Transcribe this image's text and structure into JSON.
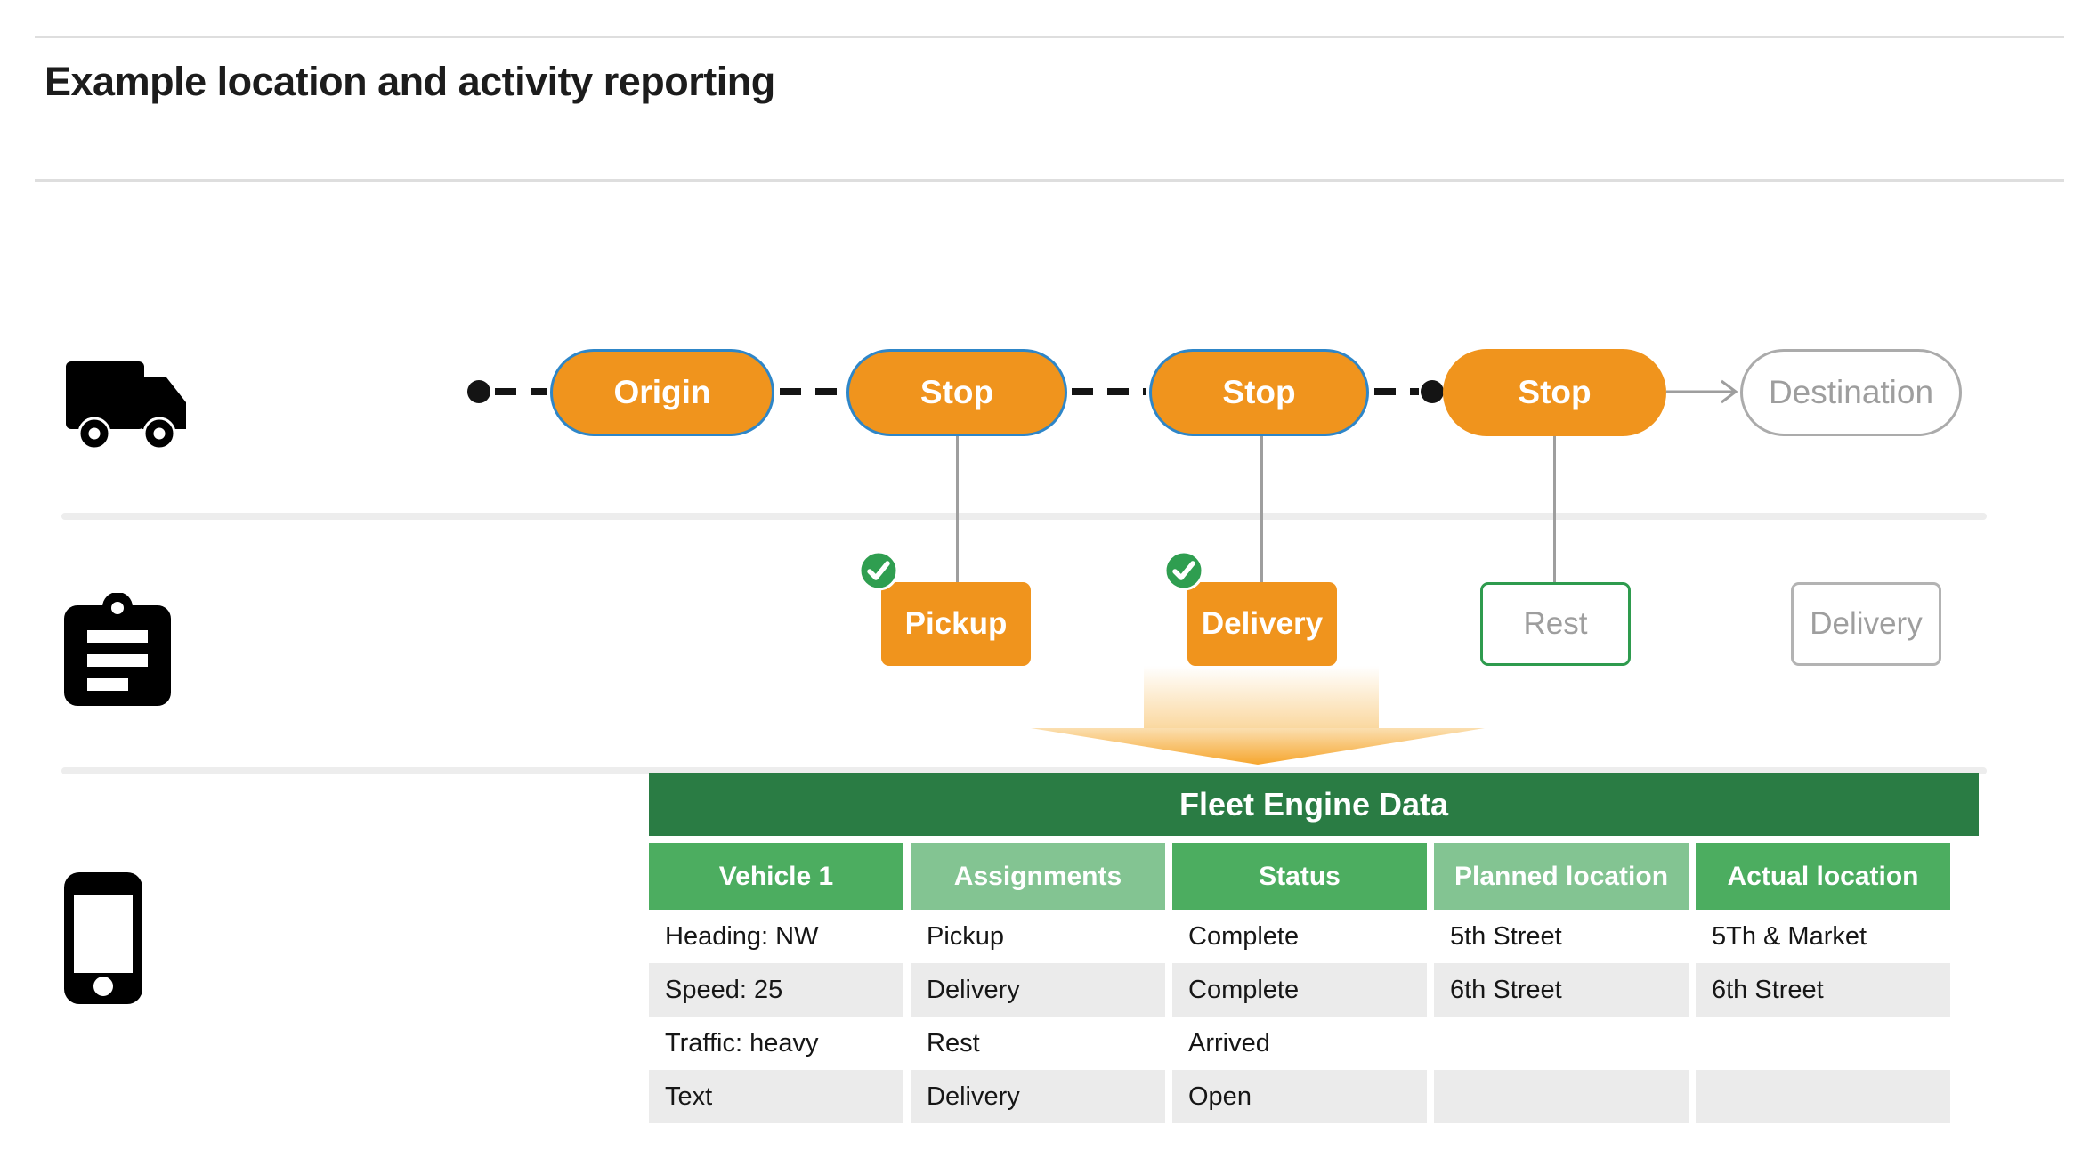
{
  "header": {
    "title": "Example location and activity reporting"
  },
  "colors": {
    "node_orange": "#F0941D",
    "traversed_border_blue": "#2E86C8",
    "check_green": "#2F9E50",
    "rest_border_green": "#2E9B4E",
    "banner_green_dark": "#2A7C44",
    "header_green_mid": "#4CAD60",
    "header_green_light": "#83C492",
    "muted_gray_text": "#9E9E9E",
    "row_alt_gray": "#EBEBEB",
    "separator_gray": "#EDEDED"
  },
  "lanes": [
    {
      "icon": "truck-icon"
    },
    {
      "icon": "clipboard-icon"
    },
    {
      "icon": "smartphone-icon"
    }
  ],
  "route": {
    "nodes": [
      {
        "label": "Origin",
        "state": "traversed"
      },
      {
        "label": "Stop",
        "state": "traversed"
      },
      {
        "label": "Stop",
        "state": "traversed"
      },
      {
        "label": "Stop",
        "state": "current"
      },
      {
        "label": "Destination",
        "state": "future"
      }
    ]
  },
  "activities": [
    {
      "label": "Pickup",
      "status": "complete",
      "icon": "check-circle-icon"
    },
    {
      "label": "Delivery",
      "status": "complete",
      "icon": "check-circle-icon"
    },
    {
      "label": "Rest",
      "status": "current"
    },
    {
      "label": "Delivery",
      "status": "upcoming"
    }
  ],
  "table": {
    "title": "Fleet Engine Data",
    "columns": [
      "Vehicle 1",
      "Assignments",
      "Status",
      "Planned location",
      "Actual location"
    ],
    "rows": [
      [
        "Heading: NW",
        "Pickup",
        "Complete",
        "5th Street",
        "5Th & Market"
      ],
      [
        "Speed: 25",
        "Delivery",
        "Complete",
        "6th Street",
        "6th Street"
      ],
      [
        "Traffic: heavy",
        "Rest",
        "Arrived",
        "",
        ""
      ],
      [
        "Text",
        "Delivery",
        "Open",
        "",
        ""
      ]
    ]
  }
}
